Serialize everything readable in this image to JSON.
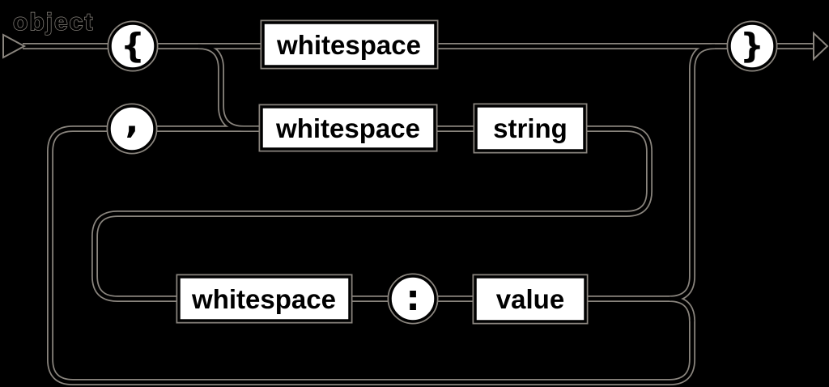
{
  "diagram": {
    "title": "object",
    "type": "railroad-syntax-diagram",
    "colors": {
      "background": "#000000",
      "line_core": "#000000",
      "line_halo": "#8a857e",
      "node_fill": "#ffffff",
      "node_border": "#000000",
      "text": "#000000"
    },
    "terminals": [
      {
        "id": "open-brace",
        "label": "{"
      },
      {
        "id": "comma",
        "label": ","
      },
      {
        "id": "colon",
        "label": ":"
      },
      {
        "id": "close-brace",
        "label": "}"
      }
    ],
    "nodes": [
      {
        "id": "whitespace-top",
        "label": "whitespace"
      },
      {
        "id": "whitespace-middle",
        "label": "whitespace"
      },
      {
        "id": "string",
        "label": "string"
      },
      {
        "id": "whitespace-bottom",
        "label": "whitespace"
      },
      {
        "id": "value",
        "label": "value"
      }
    ],
    "flow": "start -> { -> ( whitespace -> } | whitespace -> string -> whitespace -> : -> value -> ( } | loop back via , ) ) -> end"
  }
}
